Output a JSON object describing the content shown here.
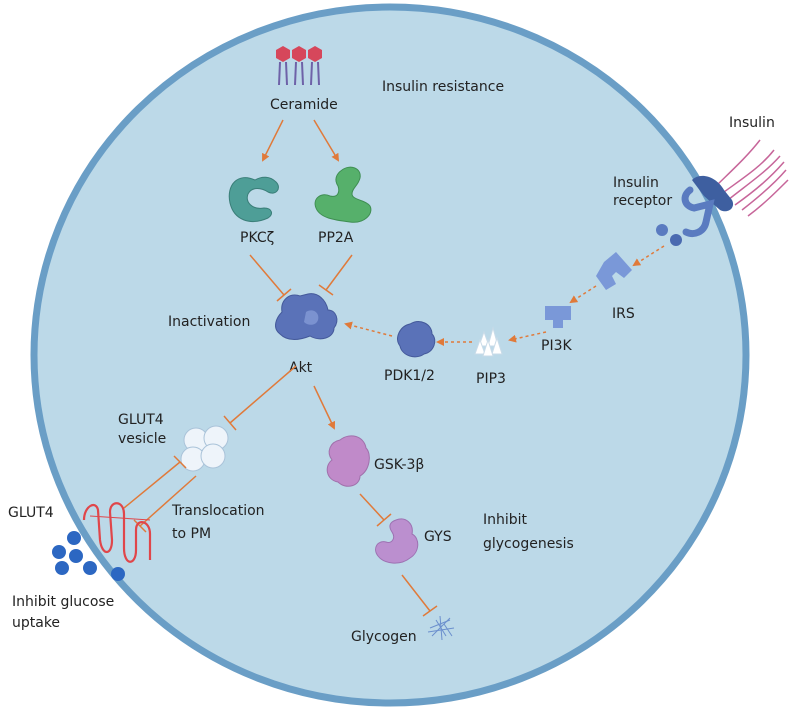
{
  "colors": {
    "cell_fill": "#bcd9e8",
    "cell_border": "#6a9ec6",
    "activation_arrow": "#e07a3a",
    "inhibition_line": "#e07a3a",
    "glut4_red": "#e0464a",
    "glucose_blue": "#2c67c2",
    "akt_blue": "#5a72b8",
    "pkc_teal": "#4e9e97",
    "pp2a_green": "#56b06b",
    "gsk_purple": "#c08ac9",
    "gys_purple": "#bb8fcf",
    "receptor_blue": "#3e5fa0",
    "insulin_pink": "#c7669a",
    "ceramide_head": "#d6475b",
    "ceramide_tail": "#6e62a8",
    "glycogen_blue": "#6b8fcd",
    "vesicle_white": "#eef4fa"
  },
  "labels": {
    "insulin": "Insulin",
    "insulin_receptor_1": "Insulin",
    "insulin_receptor_2": "receptor",
    "irs": "IRS",
    "pi3k": "PI3K",
    "pip3": "PIP3",
    "pdk": "PDK1/2",
    "akt": "Akt",
    "inactivation": "Inactivation",
    "ceramide": "Ceramide",
    "insulin_resistance": "Insulin resistance",
    "pkcz": "PKCζ",
    "pp2a": "PP2A",
    "glut4_vesicle_1": "GLUT4",
    "glut4_vesicle_2": "vesicle",
    "translocation_1": "Translocation",
    "translocation_2": "to PM",
    "glut4": "GLUT4",
    "inhibit_glucose_1": "Inhibit glucose",
    "inhibit_glucose_2": "uptake",
    "gsk3b": "GSK-3β",
    "gys": "GYS",
    "inhibit_glyco_1": "Inhibit",
    "inhibit_glyco_2": "glycogenesis",
    "glycogen": "Glycogen"
  }
}
